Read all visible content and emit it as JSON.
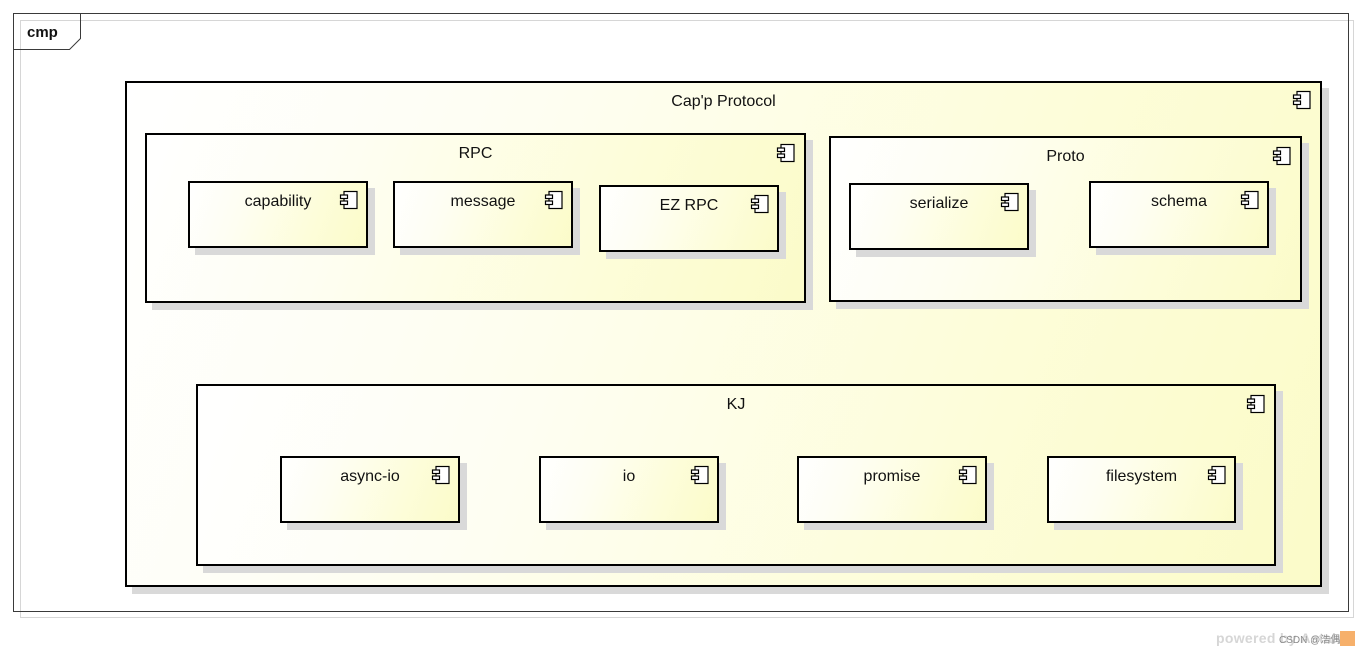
{
  "frame": {
    "label": "cmp"
  },
  "components": {
    "capnp_protocol": {
      "title": "Cap'p Protocol"
    },
    "rpc": {
      "title": "RPC"
    },
    "capability": {
      "title": "capability"
    },
    "message": {
      "title": "message"
    },
    "ez_rpc": {
      "title": "EZ RPC"
    },
    "proto": {
      "title": "Proto"
    },
    "serialize": {
      "title": "serialize"
    },
    "schema": {
      "title": "schema"
    },
    "kj": {
      "title": "KJ"
    },
    "async_io": {
      "title": "async-io"
    },
    "io": {
      "title": "io"
    },
    "promise": {
      "title": "promise"
    },
    "filesystem": {
      "title": "filesystem"
    }
  },
  "footer": {
    "watermark": "powered by Astah",
    "csdn_mark": "CSDN @浩偶"
  },
  "colors": {
    "fill_light": "#fefef2",
    "fill_dark": "#fbfbc9",
    "border": "#000000",
    "shadow": "#d9d9d9"
  }
}
